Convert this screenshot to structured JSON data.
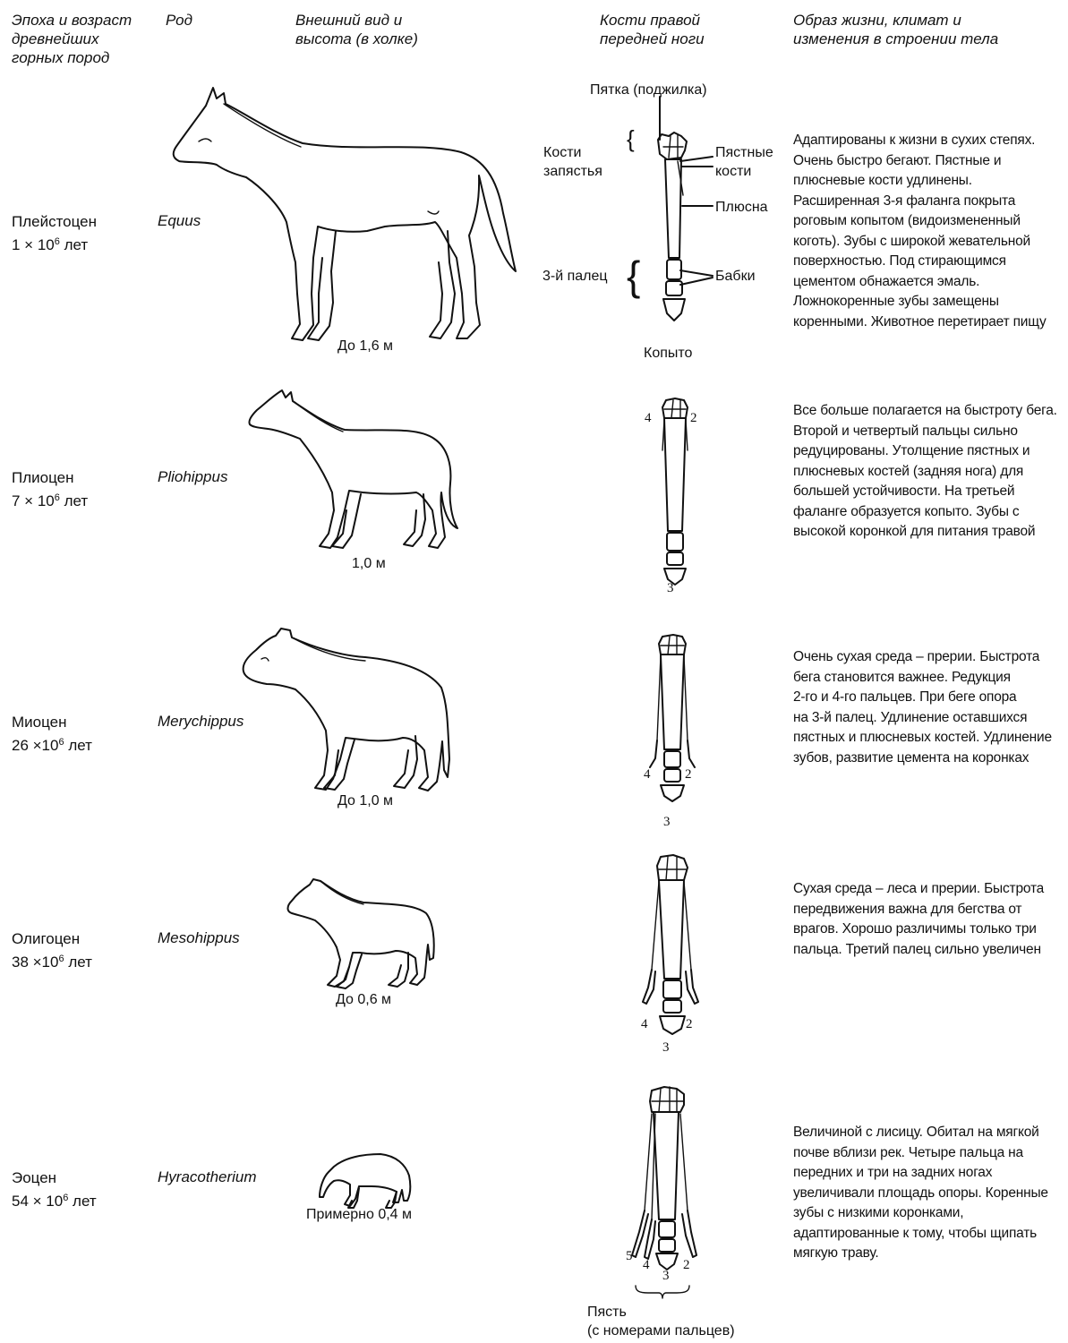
{
  "headers": {
    "epoch": "Эпоха и возраст\nдревнейших\nгорных пород",
    "genus": "Род",
    "appearance": "Внешний вид и\nвысота (в холке)",
    "bones": "Кости правой\nпередней ноги",
    "lifestyle": "Образ жизни, климат и\nизменения в строении тела"
  },
  "rows": [
    {
      "epoch": "Плейстоцен",
      "age_prefix": "1 × 10",
      "age_exp": "6",
      "age_suffix": " лет",
      "genus": "Equus",
      "height": "До 1,6 м",
      "description": "Адаптированы к жизни в сухих степях.\nОчень быстро бегают. Пястные и\nплюсневые кости удлинены.\nРасширенная 3-я фаланга покрыта\nроговым копытом (видоизмененный\nкоготь). Зубы с широкой жевательной\nповерхностью. Под стирающимся\nцементом обнажается эмаль.\nЛожнокоренные зубы замещены\nкоренными. Животное перетирает пищу"
    },
    {
      "epoch": "Плиоцен",
      "age_prefix": "7 × 10",
      "age_exp": "6",
      "age_suffix": "  лет",
      "genus": "Pliohippus",
      "height": "1,0 м",
      "description": "Все больше полагается на быстроту бега.\nВторой и четвертый пальцы сильно\nредуцированы. Утолщение пястных и\nплюсневых костей (задняя нога) для\nбольшей устойчивости. На третьей\nфаланге образуется копыто. Зубы с\nвысокой коронкой для питания травой"
    },
    {
      "epoch": "Миоцен",
      "age_prefix": "26 ×10",
      "age_exp": "6",
      "age_suffix": "  лет",
      "genus": "Merychippus",
      "height": "До 1,0 м",
      "description": "Очень сухая среда – прерии. Быстрота\nбега становится важнее. Редукция\n2-го и 4-го пальцев. При беге опора\nна 3-й палец. Удлинение оставшихся\nпястных и плюсневых костей. Удлинение\nзубов, развитие цемента на коронках"
    },
    {
      "epoch": "Олигоцен",
      "age_prefix": "38 ×10",
      "age_exp": "6",
      "age_suffix": "  лет",
      "genus": "Mesohippus",
      "height": "До 0,6 м",
      "description": "Сухая среда – леса и прерии. Быстрота\nпередвижения важна для бегства от\nврагов. Хорошо различимы только три\nпальца. Третий палец сильно увеличен"
    },
    {
      "epoch": "Эоцен",
      "age_prefix": "54 × 10",
      "age_exp": "6",
      "age_suffix": "  лет",
      "genus": "Hyracotherium",
      "height": "Примерно 0,4 м",
      "description": "Величиной с лисицу. Обитал на мягкой\nпочве вблизи рек. Четыре пальца на\nпередних и три на задних ногах\nувеличивали площадь опоры. Коренные\nзубы  с низкими коронками,\nадаптированные к тому, чтобы щипать\nмягкую траву."
    }
  ],
  "bone_labels": {
    "heel": "Пятка (поджилка)",
    "carpals": "Кости\nзапястья",
    "metacarpals": "Пястные\nкости",
    "metatarsus": "Плюсна",
    "third_digit": "3-й палец",
    "pasterns": "Бабки",
    "hoof": "Копыто",
    "metacarpus": "Пясть\n(с номерами пальцев)"
  },
  "digit_numbers": {
    "d2": "2",
    "d3": "3",
    "d4": "4",
    "d5": "5"
  }
}
